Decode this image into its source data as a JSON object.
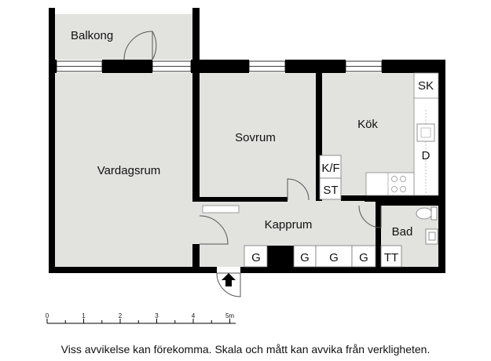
{
  "rooms": {
    "balkong": "Balkong",
    "vardagsrum": "Vardagsrum",
    "sovrum": "Sovrum",
    "kok": "Kök",
    "kapprum": "Kapprum",
    "bad": "Bad"
  },
  "fixtures": {
    "sk": "SK",
    "d": "D",
    "kf": "K/F",
    "st": "ST",
    "tt": "TT",
    "g1": "G",
    "g2": "G",
    "g3": "G",
    "g4": "G"
  },
  "scale": {
    "ticks": [
      "0",
      "1",
      "2",
      "3",
      "4",
      "5m"
    ]
  },
  "disclaimer": "Viss avvikelse kan förekomma. Skala och mått kan avvika från verkligheten.",
  "colors": {
    "floor": "#e2e2df",
    "wall": "#000000",
    "window": "#ffffff"
  }
}
